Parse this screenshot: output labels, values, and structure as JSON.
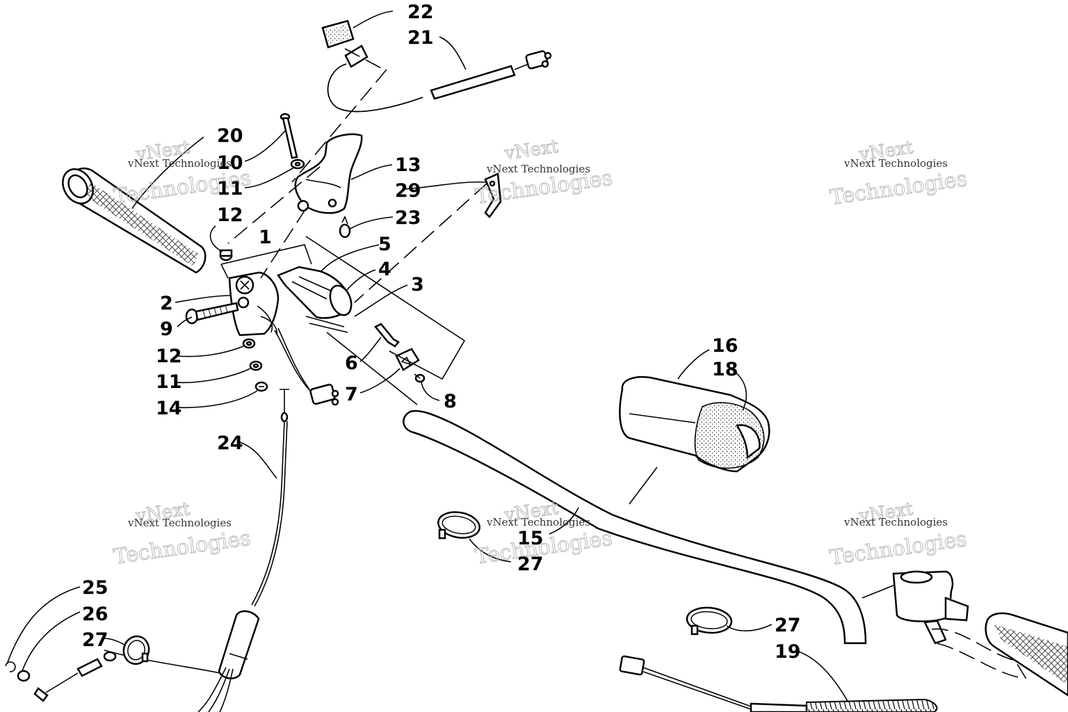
{
  "diagram": {
    "watermark_brand": "vNext",
    "watermark_line": "vNext Technologies",
    "watermark_word": "Technologies",
    "callouts": [
      {
        "id": "c1",
        "text": "1"
      },
      {
        "id": "c2",
        "text": "2"
      },
      {
        "id": "c3",
        "text": "3"
      },
      {
        "id": "c4",
        "text": "4"
      },
      {
        "id": "c5",
        "text": "5"
      },
      {
        "id": "c6",
        "text": "6"
      },
      {
        "id": "c7",
        "text": "7"
      },
      {
        "id": "c8",
        "text": "8"
      },
      {
        "id": "c9",
        "text": "9"
      },
      {
        "id": "c10",
        "text": "10"
      },
      {
        "id": "c11a",
        "text": "11"
      },
      {
        "id": "c11b",
        "text": "11"
      },
      {
        "id": "c12a",
        "text": "12"
      },
      {
        "id": "c12b",
        "text": "12"
      },
      {
        "id": "c13",
        "text": "13"
      },
      {
        "id": "c14",
        "text": "14"
      },
      {
        "id": "c15",
        "text": "15"
      },
      {
        "id": "c16",
        "text": "16"
      },
      {
        "id": "c18",
        "text": "18"
      },
      {
        "id": "c19",
        "text": "19"
      },
      {
        "id": "c20",
        "text": "20"
      },
      {
        "id": "c21",
        "text": "21"
      },
      {
        "id": "c22",
        "text": "22"
      },
      {
        "id": "c23",
        "text": "23"
      },
      {
        "id": "c24",
        "text": "24"
      },
      {
        "id": "c25",
        "text": "25"
      },
      {
        "id": "c26",
        "text": "26"
      },
      {
        "id": "c27a",
        "text": "27"
      },
      {
        "id": "c27b",
        "text": "27"
      },
      {
        "id": "c27c",
        "text": "27"
      },
      {
        "id": "c29",
        "text": "29"
      }
    ]
  }
}
